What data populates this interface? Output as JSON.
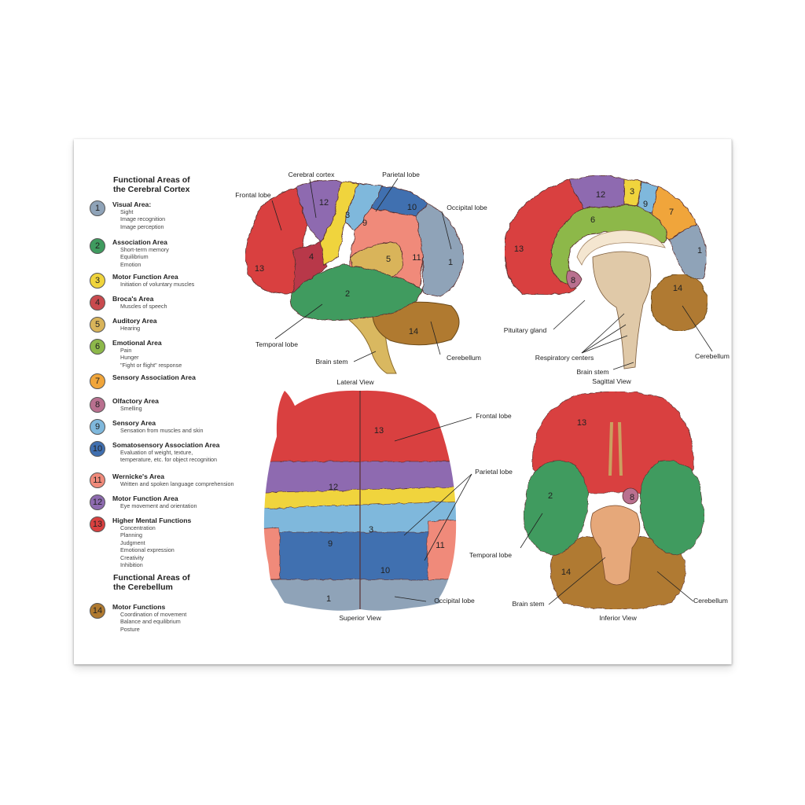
{
  "legend": {
    "cortex_title_line1": "Functional Areas of",
    "cortex_title_line2": "the Cerebral Cortex",
    "cerebellum_title_line1": "Functional Areas of",
    "cerebellum_title_line2": "the Cerebellum",
    "items": [
      {
        "num": "1",
        "title": "Visual Area:",
        "subs": [
          "Sight",
          "Image recognition",
          "Image perception"
        ],
        "color": "#8fa3b8"
      },
      {
        "num": "2",
        "title": "Association Area",
        "subs": [
          "Short-term memory",
          "Equilibrium",
          "Emotion"
        ],
        "color": "#3f9b5f"
      },
      {
        "num": "3",
        "title": "Motor Function Area",
        "subs": [
          "Initiation of voluntary muscles"
        ],
        "color": "#f0d43c"
      },
      {
        "num": "4",
        "title": "Broca's Area",
        "subs": [
          "Muscles of speech"
        ],
        "color": "#c94a4e"
      },
      {
        "num": "5",
        "title": "Auditory Area",
        "subs": [
          "Hearing"
        ],
        "color": "#d9b45a"
      },
      {
        "num": "6",
        "title": "Emotional Area",
        "subs": [
          "Pain",
          "Hunger",
          "\"Fight or flight\" response"
        ],
        "color": "#8db84a"
      },
      {
        "num": "7",
        "title": "Sensory Association Area",
        "subs": [],
        "color": "#f0a53a"
      },
      {
        "num": "8",
        "title": "Olfactory Area",
        "subs": [
          "Smelling"
        ],
        "color": "#b9708f"
      },
      {
        "num": "9",
        "title": "Sensory Area",
        "subs": [
          "Sensation from muscles and skin"
        ],
        "color": "#7fb8dc"
      },
      {
        "num": "10",
        "title": "Somatosensory Association Area",
        "subs": [
          "Evaluation of weight, texture,",
          "temperature, etc. for object recognition"
        ],
        "color": "#3f6fb0"
      },
      {
        "num": "11",
        "title": "Wernicke's Area",
        "subs": [
          "Written and spoken language comprehension"
        ],
        "color": "#f08a7a"
      },
      {
        "num": "12",
        "title": "Motor Function Area",
        "subs": [
          "Eye movement and orientation"
        ],
        "color": "#8e6bb0"
      },
      {
        "num": "13",
        "title": "Higher Mental Functions",
        "subs": [
          "Concentration",
          "Planning",
          "Judgment",
          "Emotional expression",
          "Creativity",
          "Inhibition"
        ],
        "color": "#d9403f"
      },
      {
        "num": "14",
        "title": "Motor Functions",
        "subs": [
          "Coordination of movement",
          "Balance and equilibrium",
          "Posture"
        ],
        "color": "#b07a30"
      }
    ]
  },
  "views": {
    "lateral": {
      "caption": "Lateral View",
      "labels": {
        "frontal": "Frontal lobe",
        "cortex": "Cerebral cortex",
        "parietal": "Parietal lobe",
        "occipital": "Occipital lobe",
        "temporal": "Temporal lobe",
        "brainstem": "Brain stem",
        "cerebellum": "Cerebellum"
      },
      "nums": {
        "n13": "13",
        "n12": "12",
        "n3": "3",
        "n9": "9",
        "n10": "10",
        "n4": "4",
        "n5": "5",
        "n11": "11",
        "n1": "1",
        "n2": "2",
        "n14": "14"
      }
    },
    "sagittal": {
      "caption": "Sagittal View",
      "labels": {
        "pituitary": "Pituitary gland",
        "respiratory": "Respiratory centers",
        "brainstem": "Brain stem",
        "cerebellum": "Cerebellum"
      },
      "nums": {
        "n12": "12",
        "n3": "3",
        "n9": "9",
        "n7": "7",
        "n6": "6",
        "n13": "13",
        "n1": "1",
        "n8": "8",
        "n14": "14"
      }
    },
    "superior": {
      "caption": "Superior View",
      "labels": {
        "frontal": "Frontal lobe",
        "parietal": "Parietal lobe",
        "occipital": "Occipital lobe"
      },
      "nums": {
        "n13": "13",
        "n12": "12",
        "n3": "3",
        "n9": "9",
        "n11": "11",
        "n10": "10",
        "n1": "1"
      }
    },
    "inferior": {
      "caption": "Inferior View",
      "labels": {
        "temporal": "Temporal lobe",
        "brainstem": "Brain stem",
        "cerebellum": "Cerebellum"
      },
      "nums": {
        "n13": "13",
        "n2": "2",
        "n8": "8",
        "n14": "14"
      }
    }
  }
}
